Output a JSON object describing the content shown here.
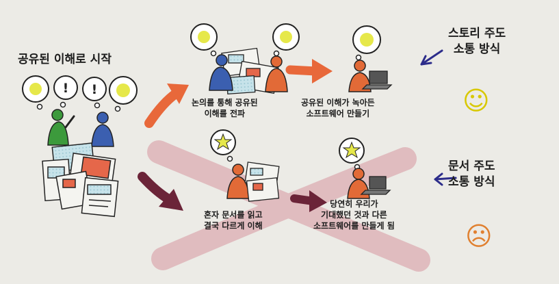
{
  "title": "공유된 이해로 시작",
  "step_share": [
    "논의를 통해 공유된",
    "이해를 전파"
  ],
  "result_good": [
    "공유된 이해가 녹아든",
    "소프트웨어 만들기"
  ],
  "step_alone": [
    "혼자 문서를 읽고",
    "결국 다르게 이해"
  ],
  "result_bad": [
    "당연히 우리가",
    "기대했던 것과 다른",
    "소프트웨어를 만들게 됨"
  ],
  "story_label": [
    "스토리 주도",
    "소통 방식"
  ],
  "doc_label": [
    "문서 주도",
    "소통 방식"
  ],
  "thought_symbol": "!",
  "colors": {
    "orange_arrow": "#e8683a",
    "dark_arrow": "#6b2438",
    "cross_mark": "#d9a0a8",
    "person_green": "#3c9a3c",
    "person_blue": "#3b5fb0",
    "person_orange": "#e26a37",
    "happy_face": "#f2e83a",
    "sad_face": "#f0a060",
    "side_arrow": "#2c2c8a"
  }
}
